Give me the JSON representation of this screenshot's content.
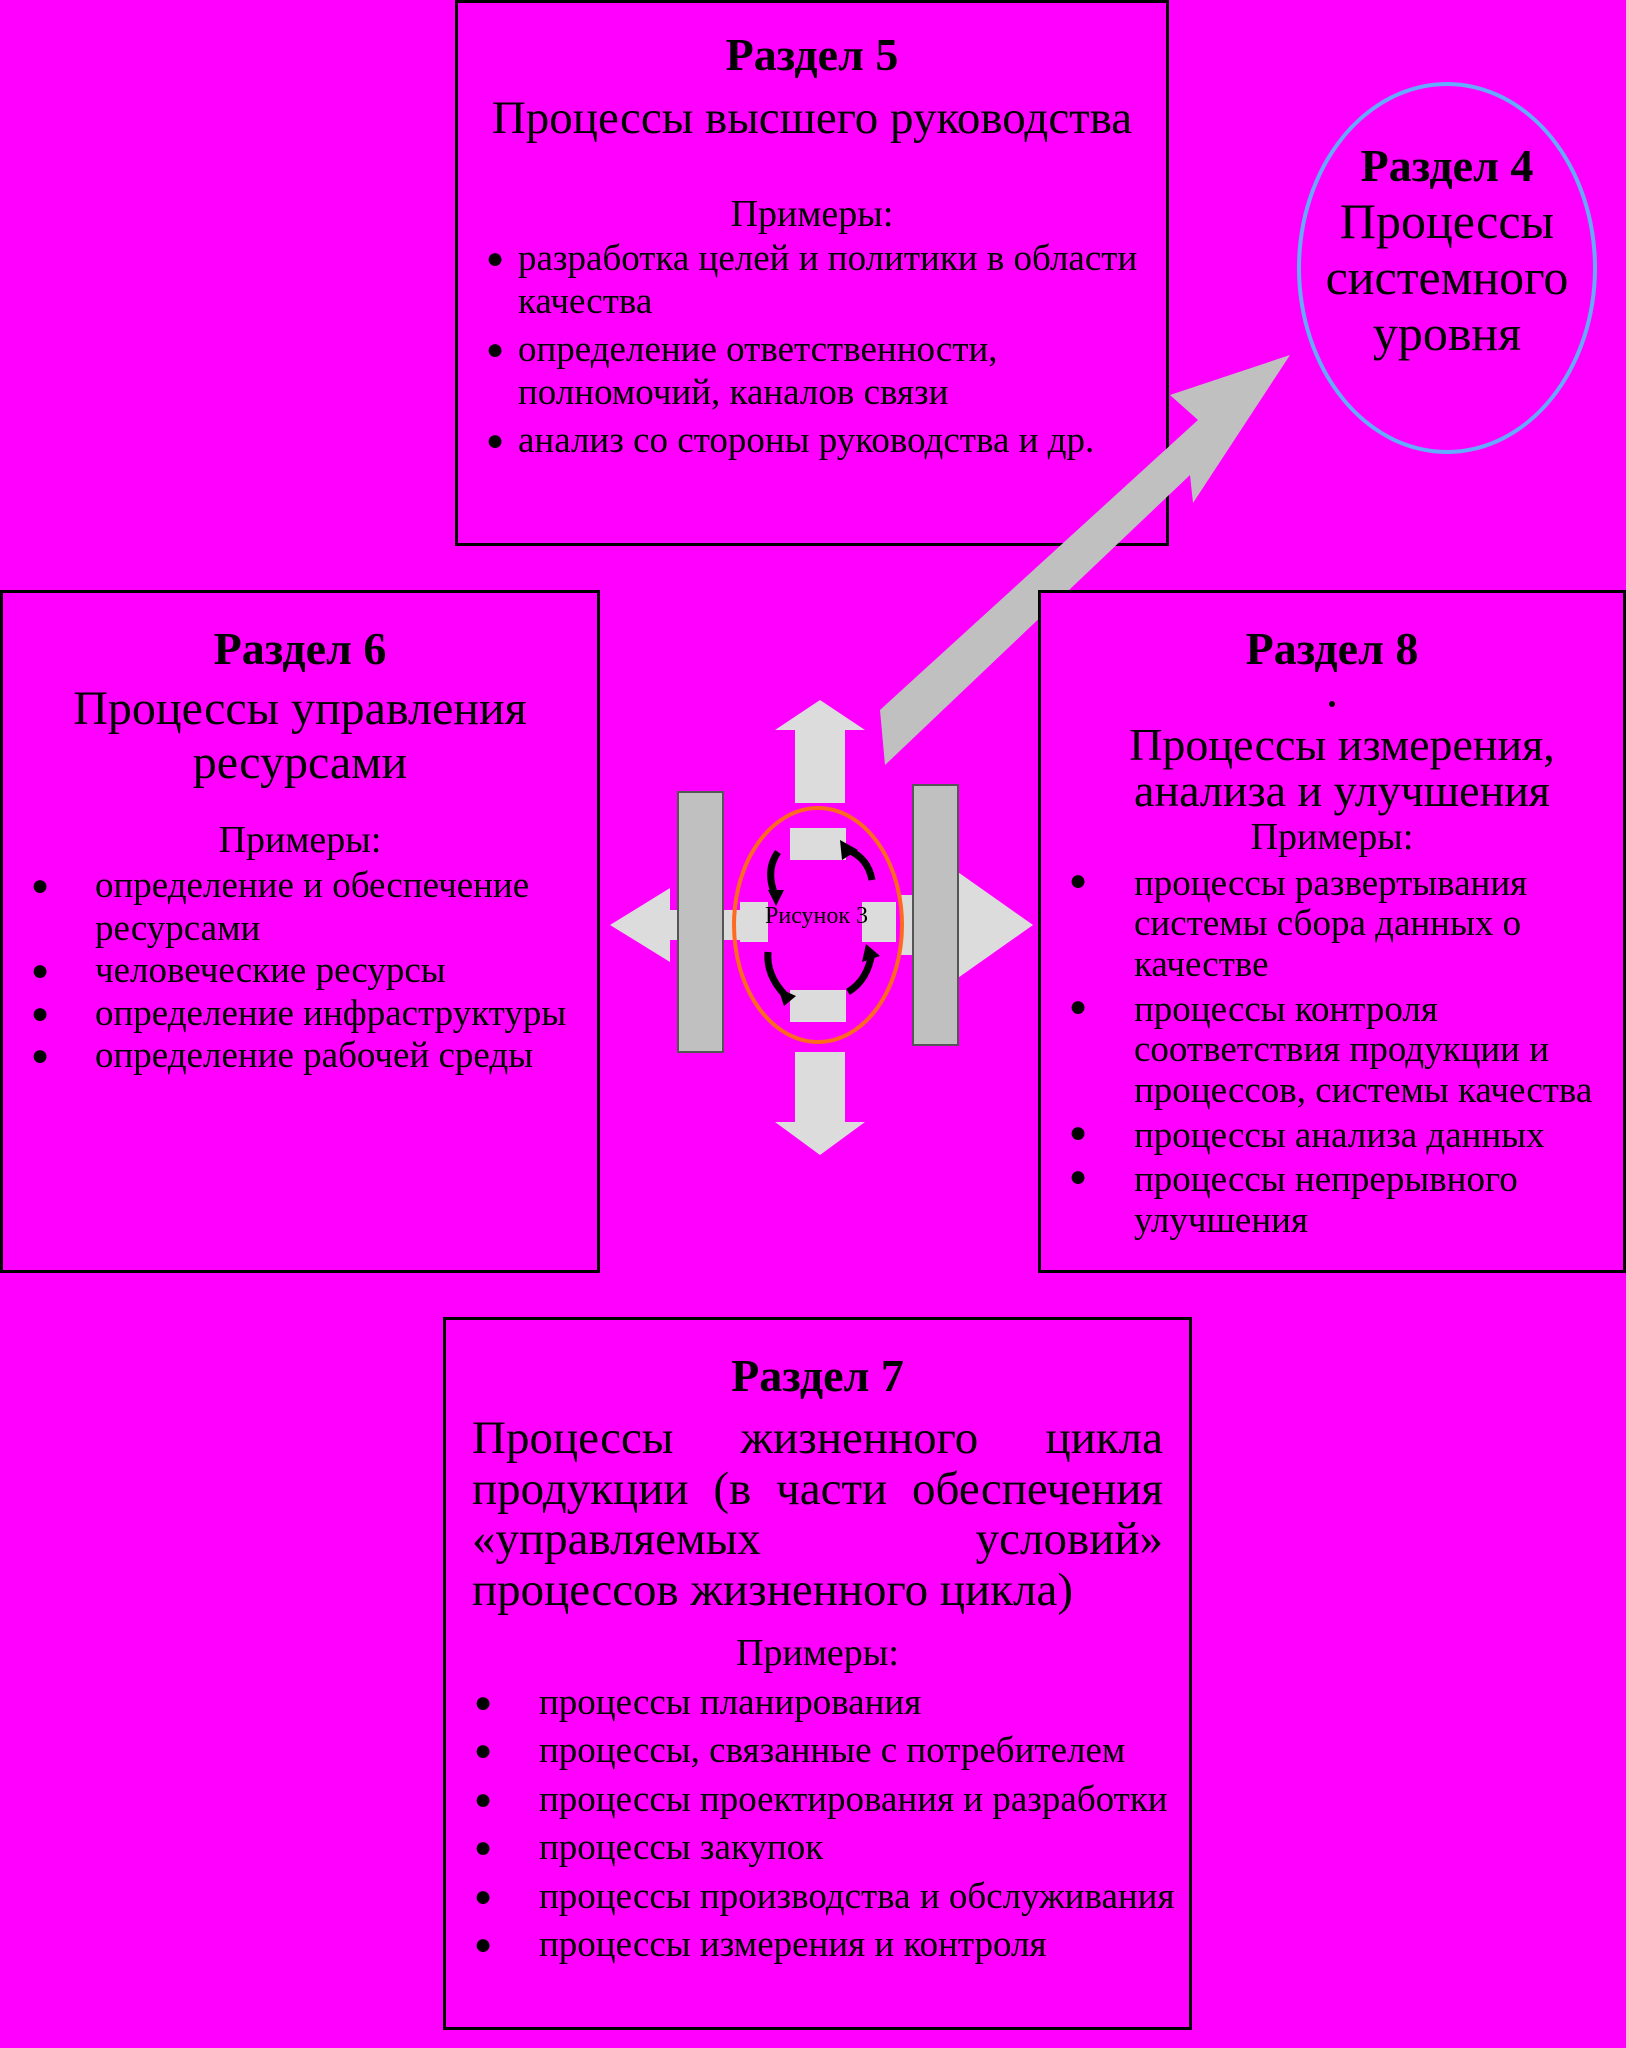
{
  "section5": {
    "title": "Раздел 5",
    "subtitle": "Процессы высшего руководства",
    "examples_label": "Примеры:",
    "items": [
      "разработка целей и политики в области качества",
      "определение ответственности, полномочий, каналов связи",
      "анализ со стороны руководства и др."
    ]
  },
  "section4": {
    "title": "Раздел 4",
    "subtitle_lines": [
      "Процессы",
      "системного",
      "уровня"
    ]
  },
  "section6": {
    "title": "Раздел 6",
    "subtitle": "Процессы управления ресурсами",
    "examples_label": "Примеры:",
    "items": [
      "определение и обеспечение ресурсами",
      "человеческие ресурсы",
      "определение инфраструктуры",
      "определение рабочей среды"
    ]
  },
  "section8": {
    "title": "Раздел 8",
    "subtitle": "Процессы измерения, анализа и улучшения",
    "examples_label": "Примеры:",
    "items": [
      "процессы развертывания системы сбора данных о качестве",
      "процессы контроля соответствия продукции и процессов, системы качества",
      "процессы анализа данных",
      "процессы непрерывного улучшения"
    ]
  },
  "section7": {
    "title": "Раздел 7",
    "subtitle": "Процессы жизненного цикла продукции (в части обеспечения «управляемых условий» процессов жизненного цикла)",
    "examples_label": "Примеры:",
    "items": [
      "процессы планирования",
      "процессы, связанные с потребителем",
      "процессы проектирования и разработки",
      "процессы закупок",
      "процессы производства и обслуживания",
      "процессы измерения и контроля"
    ]
  },
  "center": {
    "label": "Рисунок 3"
  },
  "colors": {
    "background": "#ff00ff",
    "arrow_gray": "#c0c0c0",
    "arrow_light": "#dcdcdc",
    "ellipse_orange": "#ff6a20",
    "ellipse_blue": "#66aaff"
  },
  "bullet_glyph": "●"
}
